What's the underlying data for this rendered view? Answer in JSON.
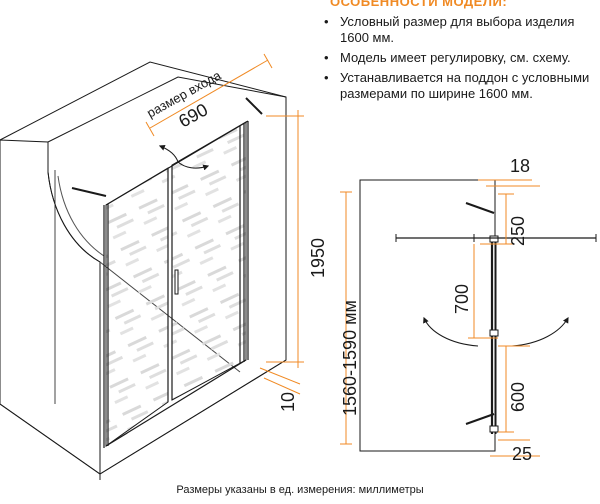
{
  "features": {
    "title": "ОСОБЕННОСТИ МОДЕЛИ:",
    "items": [
      "Условный размер для выбора изделия 1600 мм.",
      "Модель имеет регулировку, см. схему.",
      "Устанавливается на поддон с условными размерами по ширине 1600 мм."
    ]
  },
  "perspective": {
    "entry_label": "размер входа",
    "entry_width": "690",
    "height": "1950",
    "bottom_gap": "10"
  },
  "plan": {
    "top_offset": "18",
    "top_depth": "250",
    "door_width": "700",
    "range": "1560-1590 мм",
    "bottom_panel": "600",
    "bottom_offset": "25"
  },
  "footer": "Размеры указаны в ед. измерения: миллиметры",
  "colors": {
    "accent": "#f08a24",
    "line": "#1a1a1a"
  }
}
